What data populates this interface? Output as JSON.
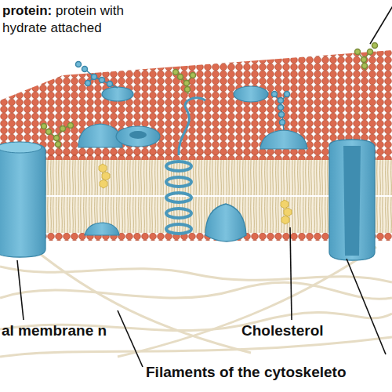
{
  "diagram": {
    "labels": [
      "protein:",
      "protein with hydrate attached",
      "al membrane n",
      "Cholesterol",
      "Filaments of the cytoskeleto"
    ]
  }
}
